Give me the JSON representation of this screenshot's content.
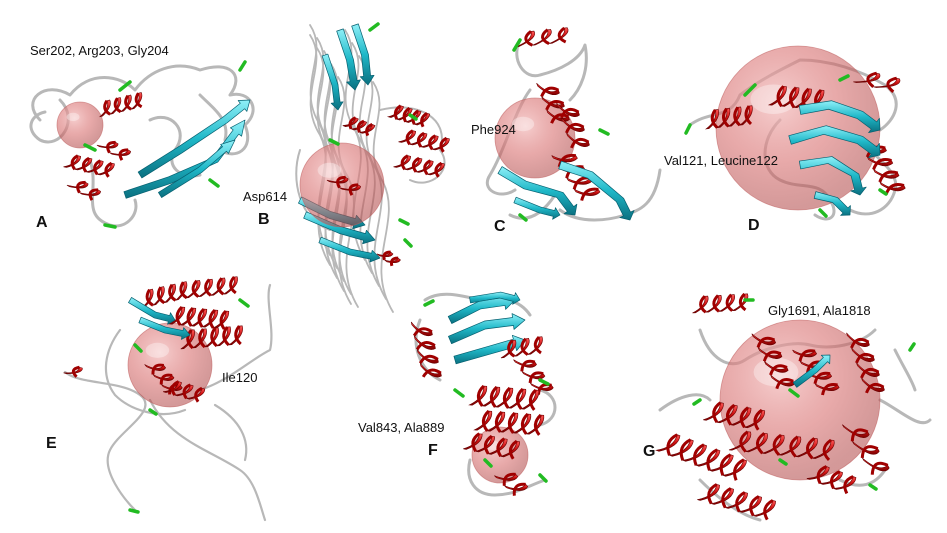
{
  "colors": {
    "helix": "#cc1111",
    "helix_light": "#ee4444",
    "sheet": "#1fb8c8",
    "sheet_light": "#7fe3ee",
    "turn": "#22bb22",
    "coil": "#b8b8b8",
    "pocket": "#e07777"
  },
  "panels": [
    {
      "id": "A",
      "letter": "A",
      "residues": "Ser202, Arg203, Gly204"
    },
    {
      "id": "B",
      "letter": "B",
      "residues": "Asp614"
    },
    {
      "id": "C",
      "letter": "C",
      "residues": "Phe924"
    },
    {
      "id": "D",
      "letter": "D",
      "residues": "Val121, Leucine122"
    },
    {
      "id": "E",
      "letter": "E",
      "residues": "Ile120"
    },
    {
      "id": "F",
      "letter": "F",
      "residues": "Val843, Ala889"
    },
    {
      "id": "G",
      "letter": "G",
      "residues": "Gly1691, Ala1818"
    }
  ]
}
